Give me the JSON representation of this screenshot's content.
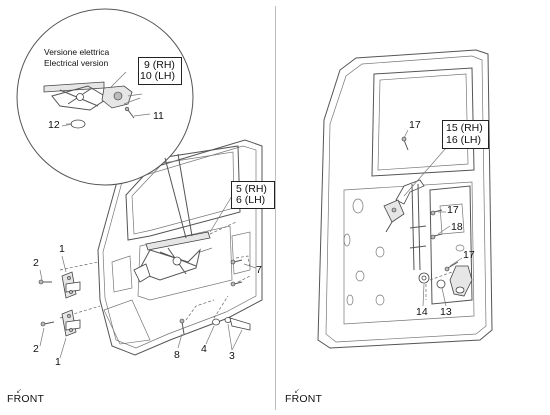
{
  "left_panel": {
    "inset_caption": {
      "italian": "Versione elettrica",
      "english": "Electrical version"
    },
    "callouts": {
      "rh9": "9 (RH)",
      "lh10": "10 (LH)",
      "p11": "11",
      "p12": "12",
      "rh5": "5 (RH)",
      "lh6": "6 (LH)",
      "p7": "7",
      "p1_top": "1",
      "p2_top": "2",
      "p2_bottom": "2",
      "p1_bottom": "1",
      "p8": "8",
      "p4": "4",
      "p3": "3"
    },
    "front_label": "FRONT"
  },
  "right_panel": {
    "callouts": {
      "p17_top": "17",
      "rh15": "15 (RH)",
      "lh16": "16 (LH)",
      "p17_mid": "17",
      "p18": "18",
      "p17_right": "17",
      "p14": "14",
      "p13": "13"
    },
    "front_label": "FRONT"
  },
  "colors": {
    "line": "#555555",
    "text": "#111111",
    "divider": "#bdbdbd"
  }
}
